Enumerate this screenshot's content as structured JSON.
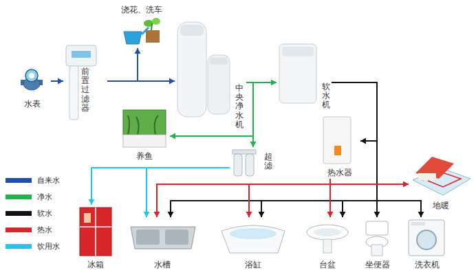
{
  "diagram": {
    "nodes": [
      {
        "text": [
          "水表"
        ]
      },
      {
        "text": [
          "前置过滤器"
        ]
      },
      {
        "text": [
          "浇花、洗车"
        ]
      },
      {
        "text": [
          "中央净水机"
        ]
      },
      {
        "text": [
          "软水机"
        ]
      },
      {
        "text": [
          "养鱼"
        ]
      },
      {
        "text": [
          "超滤"
        ]
      },
      {
        "text": [
          "热水器"
        ]
      },
      {
        "text": [
          "地暖"
        ]
      },
      {
        "text": [
          "冰箱"
        ]
      },
      {
        "text": [
          "水槽"
        ]
      },
      {
        "text": [
          "浴缸"
        ]
      },
      {
        "text": [
          "台盆"
        ]
      },
      {
        "text": [
          "坐便器"
        ]
      },
      {
        "text": [
          "洗衣机"
        ]
      }
    ],
    "edges": [
      {
        "from": 0,
        "to": 1,
        "arrow": "to"
      },
      {
        "from": 1,
        "to": 2,
        "arrow": "to"
      },
      {
        "from": 1,
        "to": 3,
        "arrow": "to"
      },
      {
        "from": 3,
        "to": 4,
        "arrow": "to"
      },
      {
        "from": 3,
        "to": 5,
        "arrow": "to"
      },
      {
        "from": 3,
        "to": 6,
        "arrow": "to"
      },
      {
        "from": 6,
        "to": 9,
        "arrow": "to"
      },
      {
        "from": 6,
        "to": 10,
        "arrow": "to"
      },
      {
        "from": 4,
        "to": 7,
        "arrow": "to"
      },
      {
        "from": 4,
        "to": 13,
        "arrow": "to"
      },
      {
        "from": 4,
        "to": 10,
        "arrow": "to"
      },
      {
        "from": 4,
        "to": 11,
        "arrow": "to"
      },
      {
        "from": 4,
        "to": 12,
        "arrow": "to"
      },
      {
        "from": 4,
        "to": 14,
        "arrow": "to"
      },
      {
        "from": 7,
        "to": 8,
        "arrow": "to"
      },
      {
        "from": 7,
        "to": 10,
        "arrow": "to"
      },
      {
        "from": 7,
        "to": 11,
        "arrow": "to"
      },
      {
        "from": 7,
        "to": 12,
        "arrow": "to"
      }
    ],
    "legend": [
      {
        "text": "自来水",
        "color": "#1f4fa8"
      },
      {
        "text": "净水",
        "color": "#22b14c"
      },
      {
        "text": "软水",
        "color": "#111111"
      },
      {
        "text": "热水",
        "color": "#e0202a"
      },
      {
        "text": "饮用水",
        "color": "#1ec8e8"
      }
    ]
  }
}
